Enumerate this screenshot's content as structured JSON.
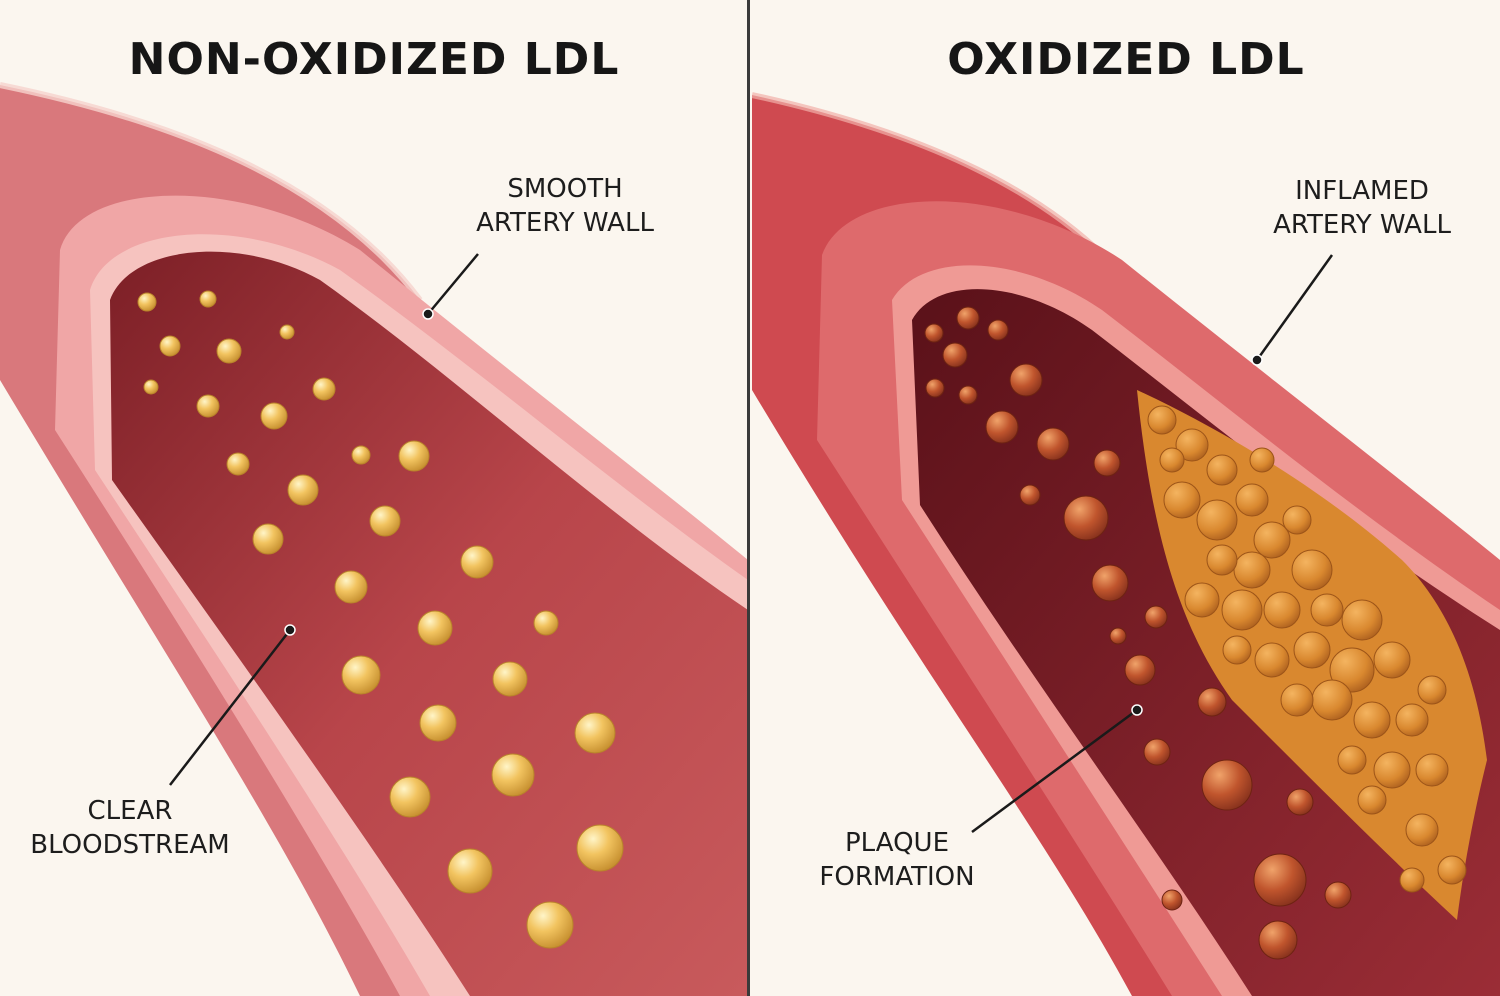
{
  "left_panel": {
    "title": "NON-OXIDIZED LDL",
    "wall_label": "SMOOTH\nARTERY WALL",
    "lumen_label": "CLEAR\nBLOODSTREAM"
  },
  "right_panel": {
    "title": "OXIDIZED LDL",
    "wall_label": "INFLAMED\nARTERY WALL",
    "plaque_label": "PLAQUE\nFORMATION"
  },
  "colors": {
    "background": "#fbf6ef",
    "healthy_wall": "#e9a0a0",
    "healthy_lumen": "#b8454a",
    "ldl_particle": "#f2c460",
    "inflamed_wall": "#d64d55",
    "inflamed_lumen": "#8e2630",
    "oxidized_particle": "#c0552d",
    "plaque": "#d9882f"
  }
}
